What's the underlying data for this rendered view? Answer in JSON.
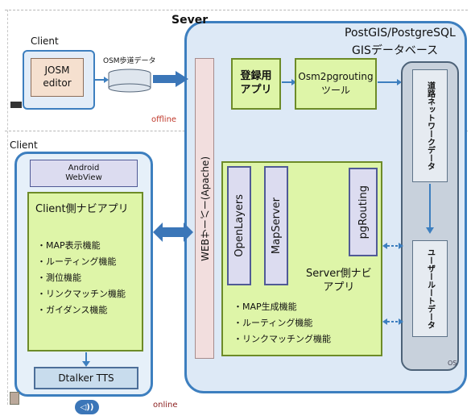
{
  "top": {
    "server_label": "Sever",
    "postgis_title": "PostGIS/PostgreSQL",
    "gis_db_title": "GISデータベース",
    "client_label": "Client",
    "josm_label": "JOSM\neditor",
    "osm_data_label": "OSM歩道データ",
    "offline_label": "offline",
    "register_app": "登録用\nアプリ",
    "osm2pgrouting_tool": "Osm2pgrouting\nツール",
    "road_network_data": "道路ネットワークデータ"
  },
  "bottom": {
    "client_label": "Client",
    "android_webview": "Android\nWebView",
    "client_nav_title": "Client側ナビアプリ",
    "client_nav_items": [
      "・MAP表示機能",
      "・ルーティング機能",
      "・測位機能",
      "・リンクマッチン機能",
      "・ガイダンス機能"
    ],
    "dtalker_tts": "Dtalker TTS",
    "speaker_glyph": "◁))",
    "online_label": "online",
    "web_server": "WEBサーバー(Apache)",
    "openlayers": "OpenLayers",
    "mapserver": "MapServer",
    "pgrouting": "pgRouting",
    "server_nav_title": "Server側ナビ\nアプリ",
    "server_nav_items": [
      "・MAP生成機能",
      "・ルーティング機能",
      "・リンクマッチング機能"
    ],
    "user_route_data": "ユーザールートデータ",
    "os_badge": "OS"
  },
  "colors": {
    "green_fill": "#def5a8",
    "blue_panel": "#dde9f6",
    "arrow_blue": "#3b76b8",
    "offline_red": "#c0392b"
  }
}
